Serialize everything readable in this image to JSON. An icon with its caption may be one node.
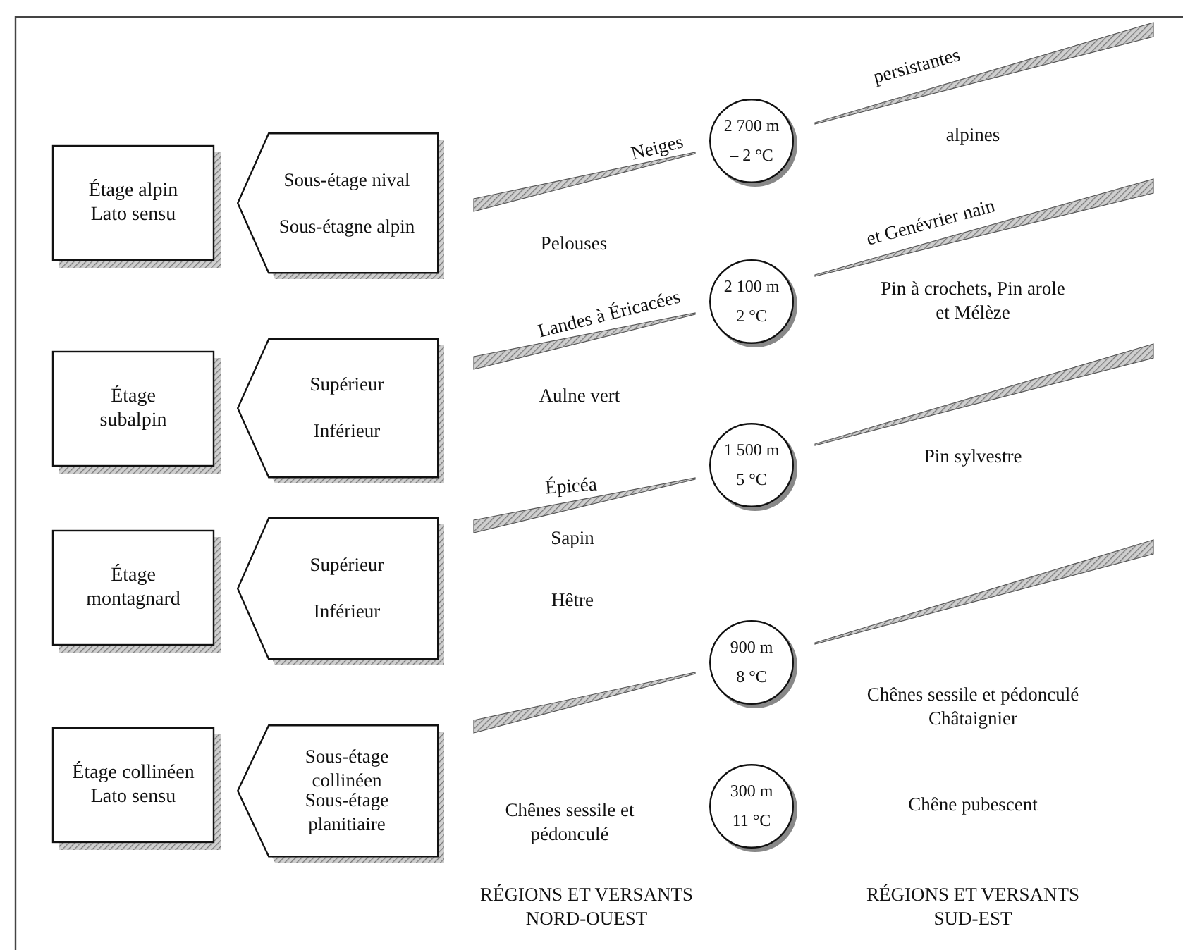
{
  "diagram": {
    "nodes": [
      {
        "text": [
          "Étage alpin Lato sensu"
        ]
      },
      {
        "text": [
          "Sous-étage nival",
          "Sous-étagne alpin"
        ]
      },
      {
        "text": [
          "Étage subalpin"
        ]
      },
      {
        "text": [
          "Supérieur",
          "Inférieur"
        ]
      },
      {
        "text": [
          "Étage montagnard"
        ]
      },
      {
        "text": [
          "Supérieur",
          "Inférieur"
        ]
      },
      {
        "text": [
          "Étage collinéen Lato sensu"
        ]
      },
      {
        "text": [
          "Sous-étage collinéen",
          "Sous-étage planitiaire"
        ]
      },
      {
        "text": [
          "2 700 m",
          "– 2 °C"
        ]
      },
      {
        "text": [
          "2 100 m",
          "2 °C"
        ]
      },
      {
        "text": [
          "1 500 m",
          "5 °C"
        ]
      },
      {
        "text": [
          "900 m",
          "8 °C"
        ]
      },
      {
        "text": [
          "300 m",
          "11 °C"
        ]
      }
    ],
    "labels": [
      "persistantes",
      "Neiges",
      "alpines",
      "Pelouses",
      "et Genévrier nain",
      "Landes à Éricacées",
      "Pin à crochets, Pin arole et Mélèze",
      "Aulne vert",
      "Épicéa",
      "Pin sylvestre",
      "Sapin",
      "Hêtre",
      "Chênes sessile et pédonculé Châtaignier",
      "Chênes sessile et pédonculé",
      "Chêne pubescent",
      "RÉGIONS ET VERSANTS NORD-OUEST",
      "RÉGIONS ET VERSANTS SUD-EST"
    ]
  }
}
